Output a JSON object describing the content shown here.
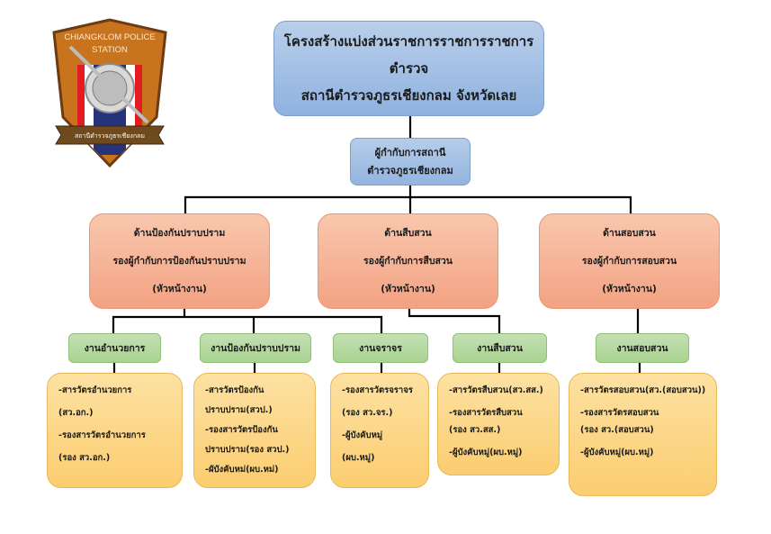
{
  "logo": {
    "top_text_1": "CHIANGKLOM POLICE",
    "top_text_2": "STATION",
    "ribbon_text": "สถานีตำรวจภูธรเชียงกลม",
    "colors": {
      "shield": "#c8741e",
      "shield_border": "#6b3b14",
      "ribbon": "#6f4a1c",
      "flag_red": "#e11d23",
      "flag_white": "#ffffff",
      "flag_blue": "#25337a"
    }
  },
  "title": {
    "line1": "โครงสร้างแบ่งส่วนราชการราชการราชการตำรวจ",
    "line2": "สถานีตำรวจภูธรเชียงกลม จังหวัดเลย"
  },
  "chief": {
    "line1": "ผู้กำกับการสถานี",
    "line2": "ตำรวจภูธรเชียงกลม"
  },
  "divisions": [
    {
      "name": "ด้านป้องกันปราบปราม",
      "head": "รองผู้กำกับการป้องกันปราบปราม",
      "note": "(หัวหน้างาน)"
    },
    {
      "name": "ด้านสืบสวน",
      "head": "รองผู้กำกับการสืบสวน",
      "note": "(หัวหน้างาน)"
    },
    {
      "name": "ด้านสอบสวน",
      "head": "รองผู้กำกับการสอบสวน",
      "note": "(หัวหน้างาน)"
    }
  ],
  "units": [
    {
      "label": "งานอำนวยการ"
    },
    {
      "label": "งานป้องกันปราบปราม"
    },
    {
      "label": "งานจราจร"
    },
    {
      "label": "งานสืบสวน"
    },
    {
      "label": "งานสอบสวน"
    }
  ],
  "roles": [
    {
      "lines": [
        "-สารวัตรอำนวยการ",
        "(สว.อก.)",
        "-รองสารวัตรอำนวยการ",
        "(รอง สว.อก.)"
      ]
    },
    {
      "lines": [
        "-สารวัตรป้องกัน",
        "ปราบปราม(สวป.)",
        "-รองสารวัตรป้องกัน",
        "ปราบปราม(รอง สวป.)",
        "-ผับังคับหม่(ผบ.หม่)"
      ]
    },
    {
      "lines": [
        "-รองสารวัตรจราจร",
        "(รอง สว.จร.)",
        "-ผู้บังคับหมู่",
        "(ผบ.หมู่)"
      ]
    },
    {
      "lines": [
        "-สารวัตรสืบสวน(สว.สส.)",
        "-รองสารวัตรสืบสวน",
        "(รอง สว.สส.)",
        "-ผู้บังคับหมู่(ผบ.หมู่)"
      ]
    },
    {
      "lines": [
        "-สารวัตรสอบสวน(สว.(สอบสวน))",
        "-รองสารวัตรสอบสวน",
        "(รอง สว.(สอบสวน)",
        "-ผู้บังคับหมู่(ผบ.หมู่)"
      ]
    }
  ],
  "colors": {
    "title_fill": "#9fbde4",
    "division_fill": "#f5ad8e",
    "unit_fill": "#b4d89e",
    "role_fill": "#fcd688",
    "connector": "#000000"
  }
}
